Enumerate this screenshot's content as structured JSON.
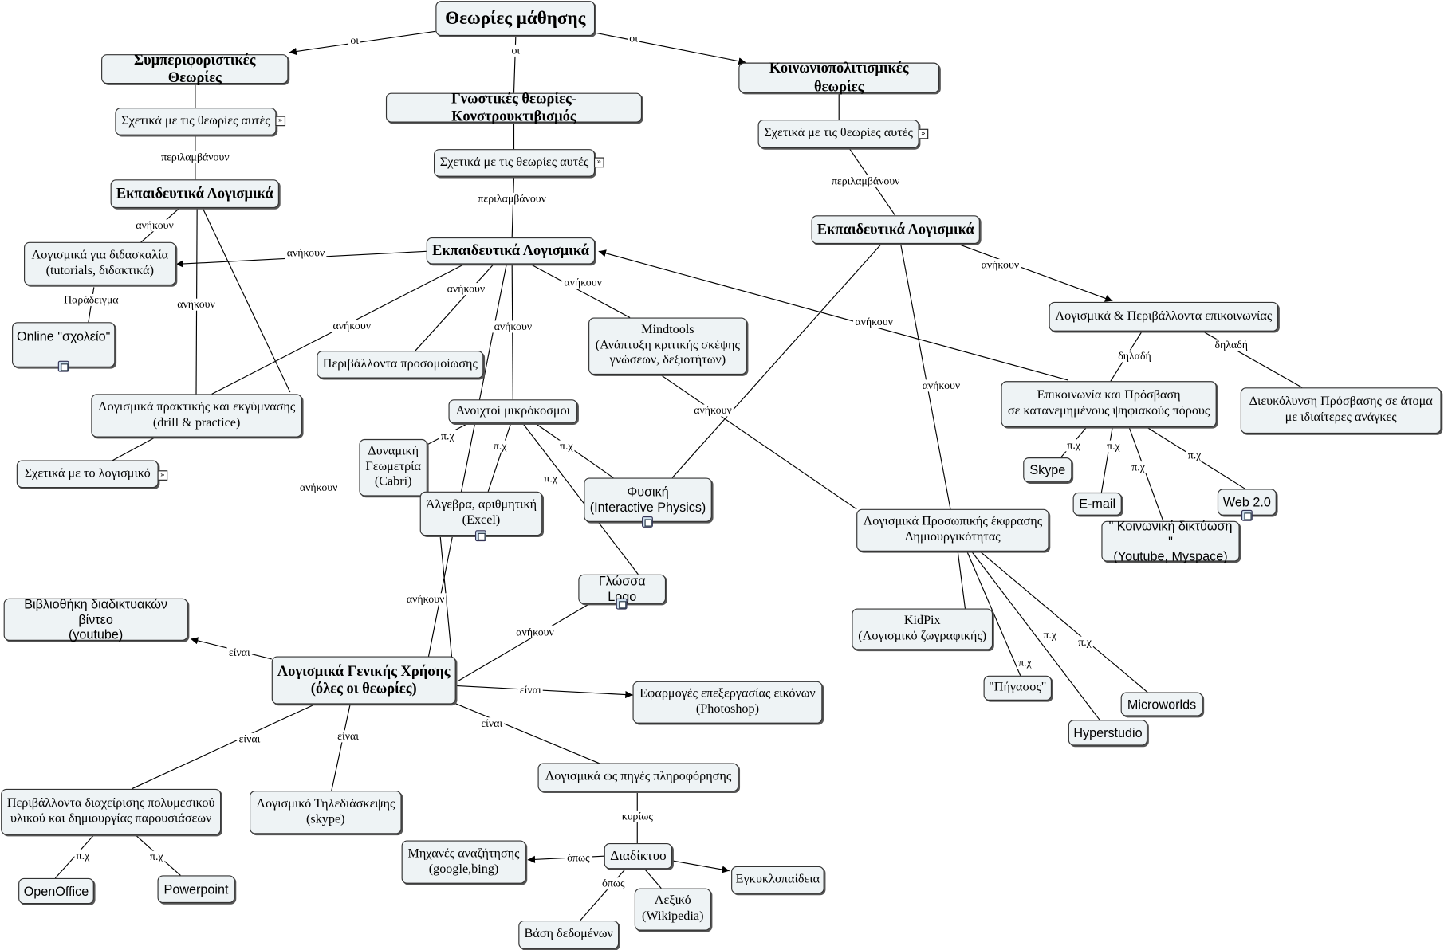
{
  "nodes": {
    "root": "Θεωρίες μάθησης",
    "behaviorist": "Συμπεριφοριστικές Θεωρίες",
    "cognitive": "Γνωστικές θεωρίες-Κονστρουκτιβισμός",
    "sociocultural": "Κοινωνιοπολιτισμικές θεωρίες",
    "about_beh": "Σχετικά με τις θεωρίες αυτές",
    "about_cog": "Σχετικά με τις θεωρίες αυτές",
    "about_soc": "Σχετικά με τις θεωρίες αυτές",
    "edu_beh": "Εκπαιδευτικά Λογισμικά",
    "edu_cog": "Εκπαιδευτικά Λογισμικά",
    "edu_soc": "Εκπαιδευτικά Λογισμικά",
    "tutorials": "Λογισμικά για διδασκαλία\n(tutorials, διδακτικά)",
    "online_school": "Online \"σχολείο\"",
    "drill": "Λογισμικά πρακτικής και εκγύμνασης\n(drill & practice)",
    "about_software": "Σχετικά με το λογισμικό",
    "simulation": "Περιβάλλοντα προσομοίωσης",
    "microworlds_open": "Ανοιχτοί μικρόκοσμοι",
    "mindtools": "Mindtools\n(Ανάπτυξη κριτικής σκέψης\nγνώσεων, δεξιοτήτων)",
    "cabri": "Δυναμική\nΓεωμετρία\n(Cabri)",
    "algebra": "Άλγεβρα, αριθμητική\n(Excel)",
    "physics": "Φυσική\n(Interactive Physics)",
    "logo": "Γλώσσα Logo",
    "general": "Λογισμικά Γενικής Χρήσης\n(όλες οι θεωρίες)",
    "video_lib": "Βιβλιοθήκη διαδικτυακών βίντεο\n(youtube)",
    "image_apps": "Εφαρμογές επεξεργασίας εικόνων\n(Photoshop)",
    "multimedia": "Περιβάλλοντα διαχείρισης πολυμεσικού\nυλικού και δημιουργίας παρουσιάσεων",
    "teleconf": "Λογισμικό Τηλεδιάσκεψης\n(skype)",
    "info_sources": "Λογισμικά ως πηγές πληροφόρησης",
    "openoffice": "OpenOffice",
    "powerpoint": "Powerpoint",
    "internet": "Διαδίκτυο",
    "search": "Μηχανές αναζήτησης\n(google,bing)",
    "encyclopedia": "Εγκυκλοπαίδεια",
    "database": "Βάση δεδομένων",
    "wiki": "Λεξικό\n(Wikipedia)",
    "comm": "Λογισμικά & Περιβάλλοντα επικοινωνίας",
    "comm_access": "Επικοινωνία και Πρόσβαση\nσε κατανεμημένους ψηφιακούς πόρους",
    "special_needs": "Διευκόλυνση Πρόσβασης σε άτομα\nμε ιδιαίτερες ανάγκες",
    "skype": "Skype",
    "email": "E-mail",
    "web2": "Web 2.0",
    "social": "\" Κοινωνική δικτύωση \"\n(Youtube, Myspace)",
    "creativity": "Λογισμικά Προσωπικής έκφρασης\nΔημιουργικότητας",
    "kidpix": "KidPix\n(Λογισμικό ζωγραφικής)",
    "pegasus": "\"Πήγασος\"",
    "hyperstudio": "Hyperstudio",
    "microworlds": "Microworlds"
  },
  "link_labels": {
    "oi_left": "οι",
    "oi_mid": "οι",
    "oi_right": "οι",
    "incl_beh": "περιλαμβάνουν",
    "incl_cog": "περιλαμβάνουν",
    "incl_soc": "περιλαμβάνουν",
    "belong_beh_tut": "ανήκουν",
    "belong_cog_tut": "ανήκουν",
    "example_online": "Παράδειγμα",
    "belong_beh_drill": "ανήκουν",
    "belong_cog_drill": "ανήκουν",
    "belong_cog_sim": "ανήκουν",
    "belong_cog_micro": "ανήκουν",
    "belong_cog_mind": "ανήκουν",
    "belong_mind_creat": "ανήκουν",
    "belong_beh_general": "ανήκουν",
    "belong_cog_general": "ανήκουν",
    "belong_phys_general": "ανήκουν",
    "belong_soc_cog": "ανήκουν",
    "belong_soc_comm": "ανήκουν",
    "belong_soc_creat": "ανήκουν",
    "eg_cabri": "π.χ",
    "eg_algebra": "π.χ",
    "eg_physics": "π.χ",
    "eg_logo": "π.χ",
    "is_video": "είναι",
    "is_image": "είναι",
    "is_multi": "είναι",
    "is_tele": "είναι",
    "is_info": "είναι",
    "eg_oo": "π.χ",
    "eg_pp": "π.χ",
    "mainly": "κυρίως",
    "such_as_search": "όπως",
    "such_as_db": "όπως",
    "namely_access": "δηλαδή",
    "namely_special": "δηλαδή",
    "eg_skype": "π.χ",
    "eg_email": "π.χ",
    "eg_social": "π.χ",
    "eg_web2": "π.χ",
    "eg_pegasus": "π.χ",
    "eg_hyper": "π.χ",
    "eg_micro": "π.χ"
  },
  "markers": {
    "expand_symbol": "»"
  }
}
